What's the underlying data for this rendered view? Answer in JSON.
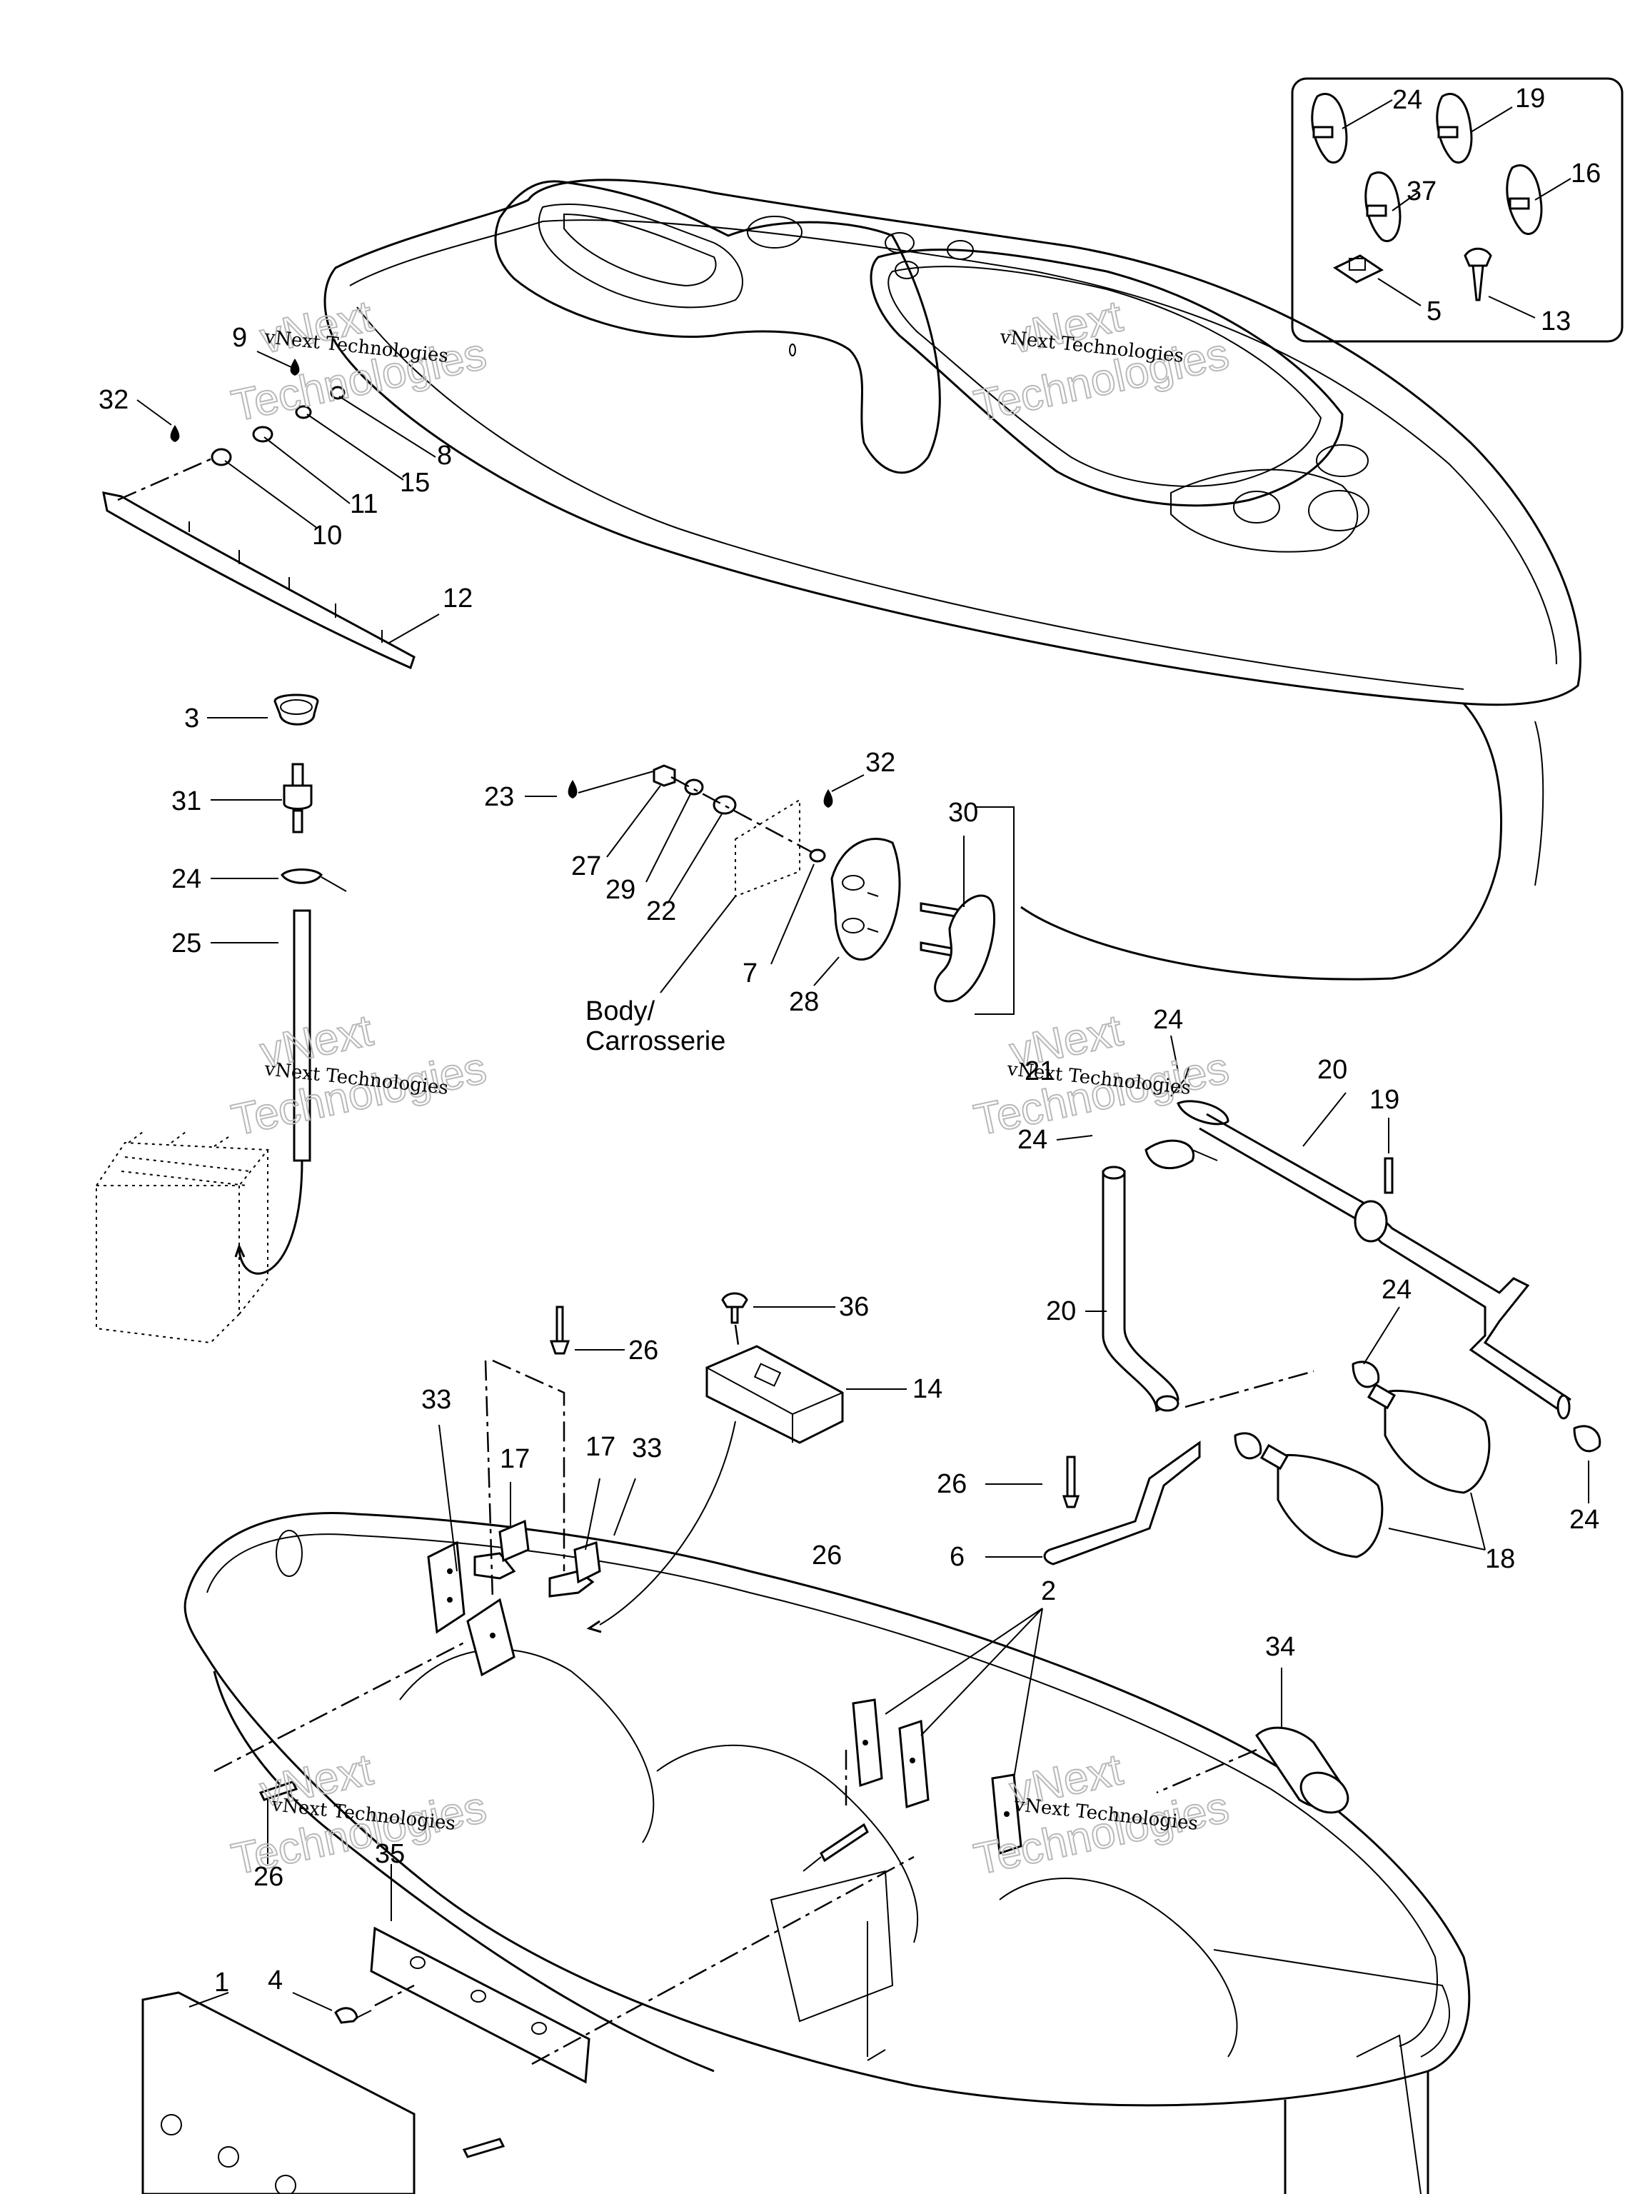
{
  "watermark": {
    "text": "vNext Technologies",
    "large_line1": "vNext",
    "large_line2": "Technologies"
  },
  "callouts": {
    "c1": "1",
    "c2": "2",
    "c3": "3",
    "c4": "4",
    "c5": "5",
    "c6": "6",
    "c7": "7",
    "c8": "8",
    "c9": "9",
    "c10": "10",
    "c11": "11",
    "c12": "12",
    "c13": "13",
    "c14": "14",
    "c15": "15",
    "c16": "16",
    "c17": "17",
    "c18": "18",
    "c19": "19",
    "c20": "20",
    "c21": "21",
    "c22": "22",
    "c23": "23",
    "c24": "24",
    "c25": "25",
    "c26": "26",
    "c27": "27",
    "c28": "28",
    "c29": "29",
    "c30": "30",
    "c31": "31",
    "c32": "32",
    "c33": "33",
    "c34": "34",
    "c35": "35",
    "c36": "36",
    "c37": "37"
  },
  "body_label": {
    "line1": "Body/",
    "line2": "Carrosserie"
  }
}
